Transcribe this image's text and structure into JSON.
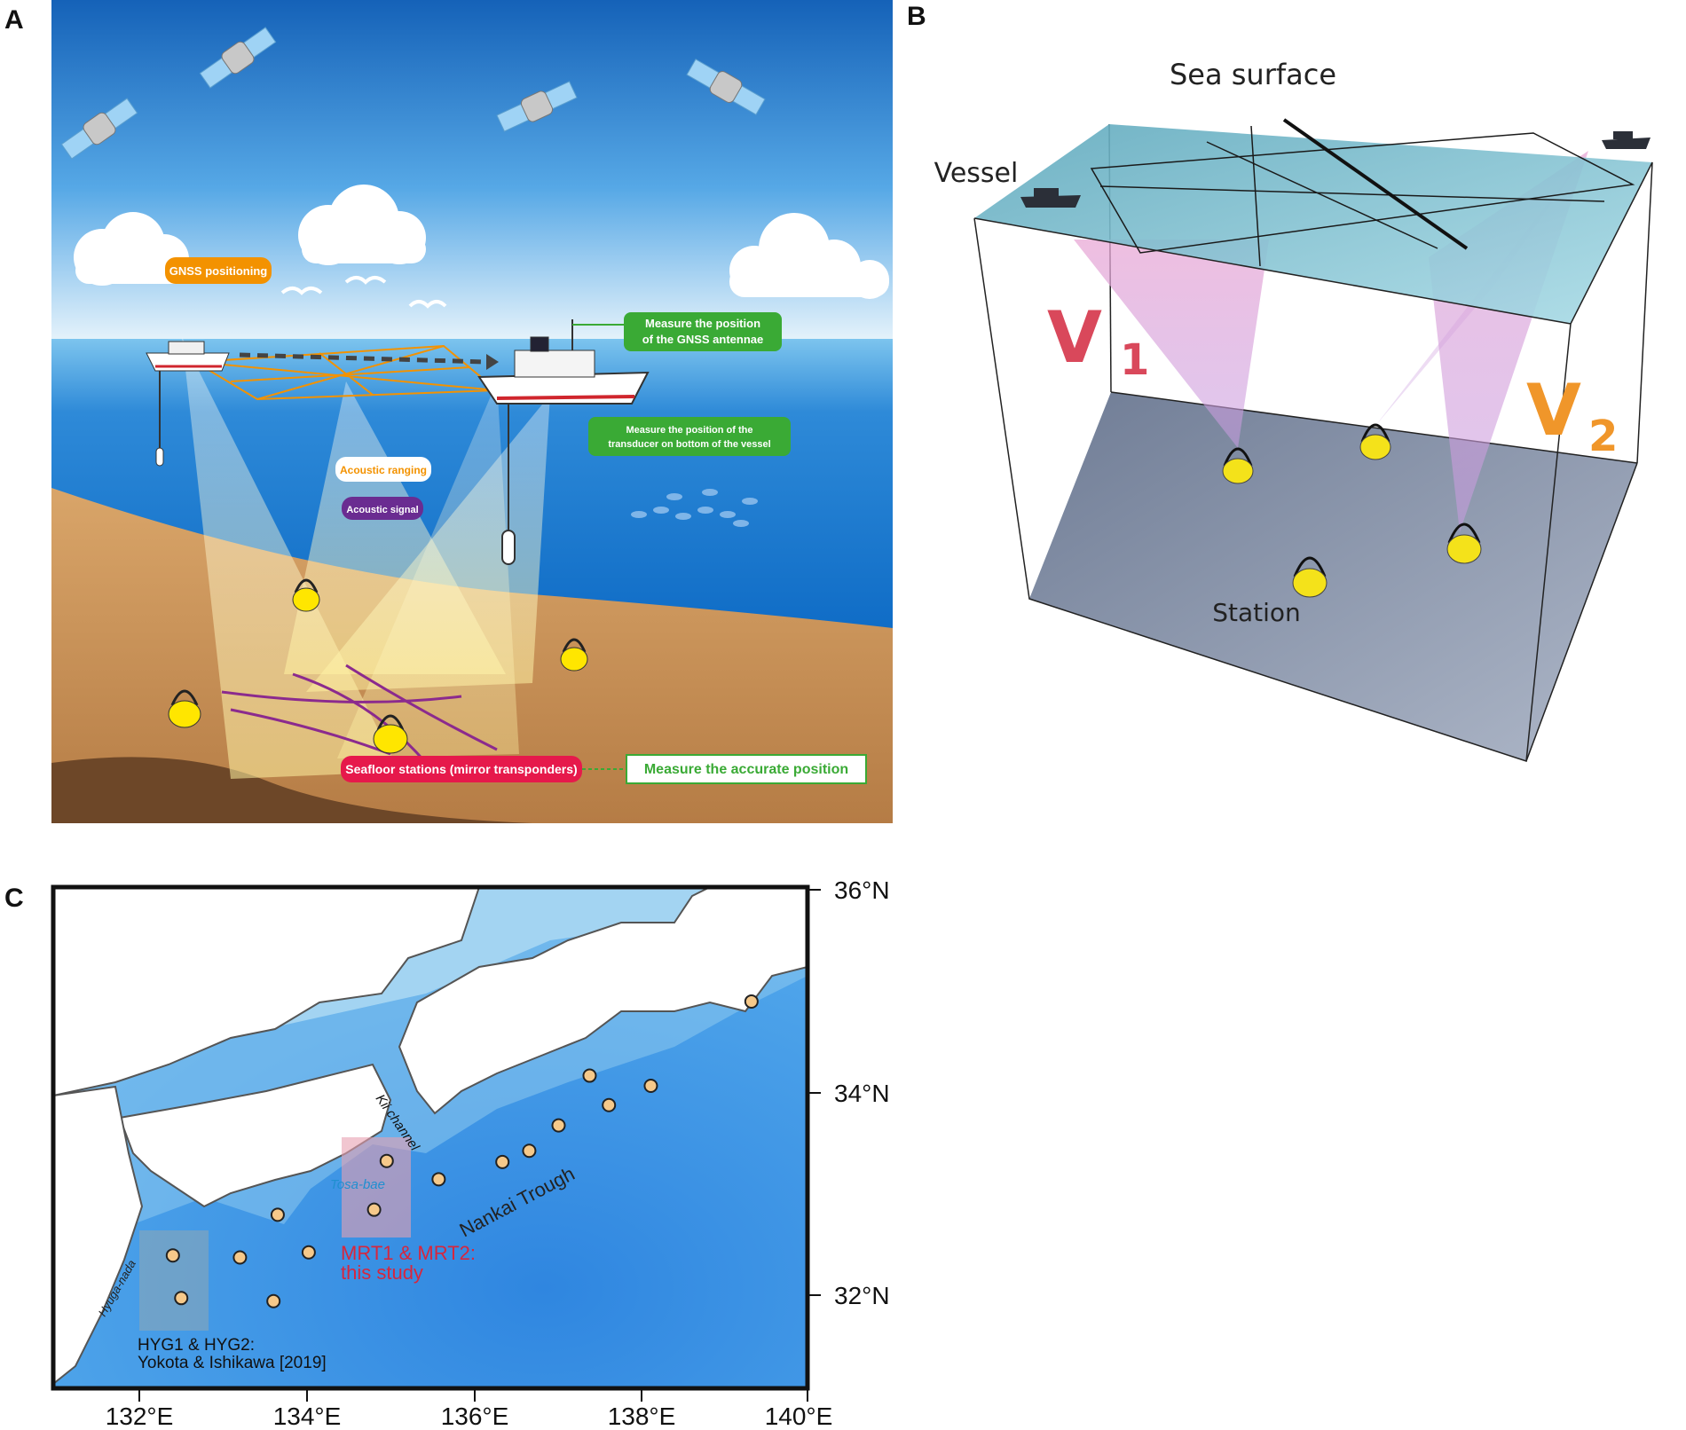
{
  "panels": {
    "a": {
      "letter": "A",
      "labels": {
        "gnss_positioning": "GNSS positioning",
        "gnss_antennae_line1": "Measure the position",
        "gnss_antennae_line2": "of the GNSS antennae",
        "transducer_line1": "Measure the position of the",
        "transducer_line2": "transducer on bottom of the vessel",
        "acoustic_ranging": "Acoustic ranging",
        "acoustic_signal": "Acoustic signal",
        "seafloor_stations": "Seafloor stations (mirror transponders)",
        "accurate_position": "Measure the accurate position"
      },
      "colors": {
        "sky_top": "#1565c0",
        "sea": "#1976d2",
        "seabed": "#c8945a",
        "orange_tag": "#f39200",
        "green_tag": "#3aaa35",
        "purple_tag": "#6a2c91",
        "red_tag": "#e6194b",
        "station_yellow": "#ffe600"
      }
    },
    "b": {
      "letter": "B",
      "labels": {
        "sea_surface": "Sea surface",
        "vessel": "Vessel",
        "v1": "V",
        "v1_sub": "1",
        "v2": "V",
        "v2_sub": "2",
        "station": "Station"
      },
      "colors": {
        "v1": "#d9485b",
        "v2": "#f0962a",
        "surface": "#7fc4d4",
        "floor": "#8a96ad"
      }
    },
    "c": {
      "letter": "C",
      "lat_ticks": [
        "36°N",
        "34°N",
        "32°N"
      ],
      "lon_ticks": [
        "132°E",
        "134°E",
        "136°E",
        "138°E",
        "140°E"
      ],
      "places": {
        "kii": "Kii channel",
        "tosa": "Tosa-bae",
        "nankai": "Nankai Trough",
        "hyuga": "Hyuga-nada"
      },
      "mrt_label_line1": "MRT1 & MRT2:",
      "mrt_label_line2": "this study",
      "hyg_label_line1": "HYG1 & HYG2:",
      "hyg_label_line2": "Yokota & Ishikawa [2019]",
      "colors": {
        "deep_sea": "#1a6fd4",
        "shallow_sea": "#bfe3f7",
        "land": "#ffffff",
        "coast": "#555555",
        "station_fill": "#f6c98a",
        "mrt_red": "#d7263d"
      },
      "stations": [
        {
          "lon": 132.4,
          "lat": 32.4
        },
        {
          "lon": 132.5,
          "lat": 31.98
        },
        {
          "lon": 133.2,
          "lat": 32.38
        },
        {
          "lon": 133.6,
          "lat": 31.95
        },
        {
          "lon": 133.65,
          "lat": 32.8
        },
        {
          "lon": 134.02,
          "lat": 32.43
        },
        {
          "lon": 134.8,
          "lat": 32.85
        },
        {
          "lon": 134.95,
          "lat": 33.33
        },
        {
          "lon": 135.57,
          "lat": 33.15
        },
        {
          "lon": 136.33,
          "lat": 33.32
        },
        {
          "lon": 136.65,
          "lat": 33.43
        },
        {
          "lon": 137.0,
          "lat": 33.68
        },
        {
          "lon": 137.37,
          "lat": 34.17
        },
        {
          "lon": 137.6,
          "lat": 33.88
        },
        {
          "lon": 138.1,
          "lat": 34.07
        },
        {
          "lon": 139.3,
          "lat": 34.9
        }
      ]
    }
  }
}
